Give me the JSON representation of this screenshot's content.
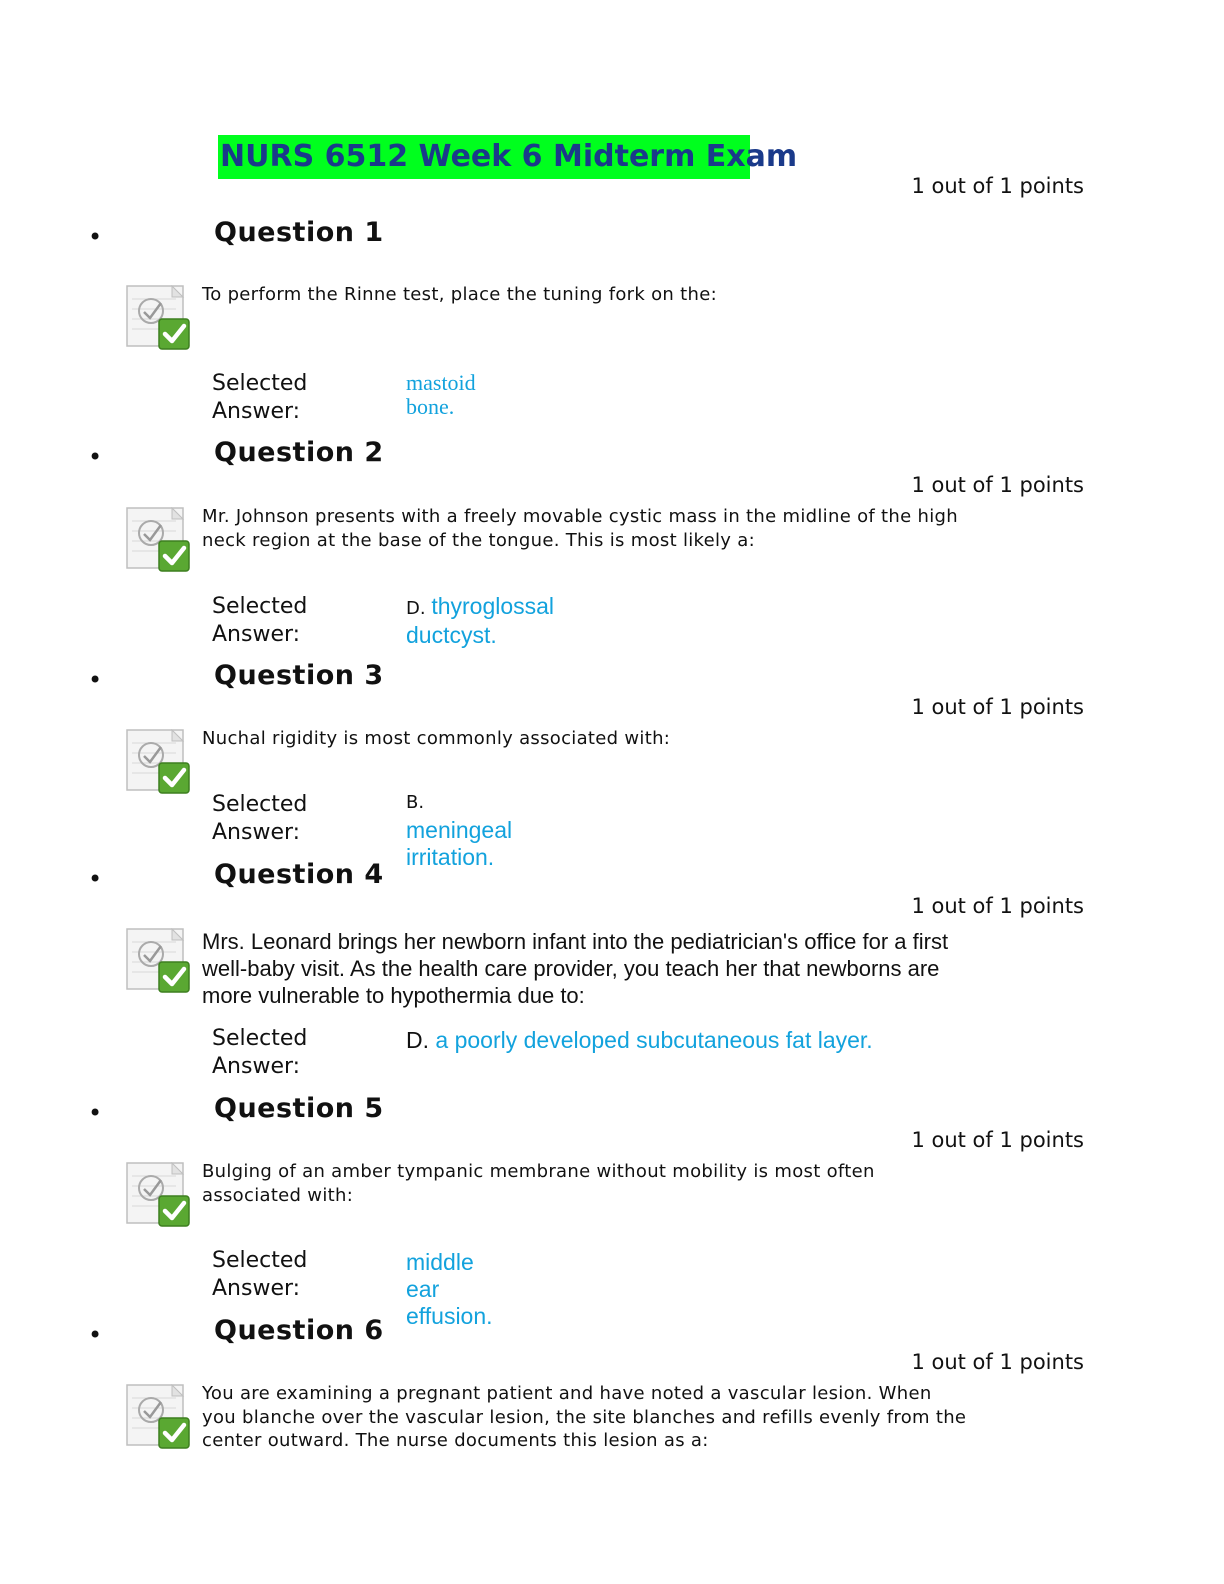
{
  "title": "NURS 6512 Week 6 Midterm Exam",
  "bullet_char": "•",
  "questions": [
    {
      "points": "1 out of 1 points",
      "title": "Question 1",
      "text": "To perform the Rinne test, place the tuning fork on the:",
      "selected_label": "Selected\nAnswer:",
      "answer_prefix": "",
      "answer": "mastoid\nbone."
    },
    {
      "points": "1 out of 1 points",
      "title": "Question 2",
      "text": "Mr. Johnson presents with a freely movable cystic mass in the midline of the high\nneck region at the base of the tongue. This is most likely a:",
      "selected_label": "Selected\nAnswer:",
      "answer_prefix": "D. ",
      "answer": "thyroglossal\nductcyst."
    },
    {
      "points": "1 out of 1 points",
      "title": "Question 3",
      "text": "Nuchal rigidity is most commonly associated with:",
      "selected_label": "Selected\nAnswer:",
      "answer_prefix": "B.",
      "answer": "meningeal\nirritation."
    },
    {
      "points": "1 out of 1 points",
      "title": "Question 4",
      "text": "Mrs. Leonard brings her newborn infant into the pediatrician's office for a first\nwell-baby visit. As the health care provider, you teach her that newborns are\nmore vulnerable to hypothermia due to:",
      "selected_label": "Selected\nAnswer:",
      "answer_prefix": "D. ",
      "answer": "a poorly developed subcutaneous fat layer."
    },
    {
      "points": "1 out of 1 points",
      "title": "Question 5",
      "text": "Bulging of an amber tympanic membrane without mobility is most often\nassociated with:",
      "selected_label": "Selected\nAnswer:",
      "answer_prefix": "",
      "answer": "middle\near\neffusion."
    },
    {
      "points": "1 out of 1 points",
      "title": "Question 6",
      "text": "You are examining a pregnant patient and have noted a vascular lesion. When\nyou blanche over the vascular lesion, the site blanches and refills evenly from the\ncenter outward. The nurse documents this lesion as a:"
    }
  ],
  "icons": {
    "question_status": "graded-correct-checkmark-icon"
  },
  "colors": {
    "title_highlight": "#00ff1e",
    "title_text": "#1a3a8a",
    "answer_text": "#12a2dd",
    "check_green": "#5aa832"
  }
}
